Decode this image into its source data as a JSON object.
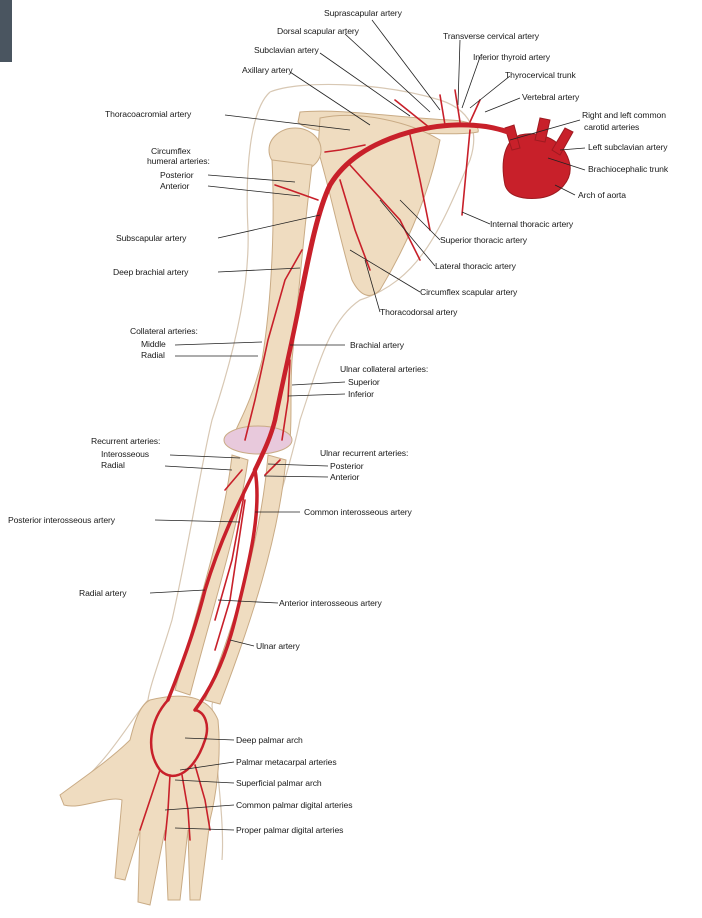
{
  "colors": {
    "artery": "#c8202a",
    "artery_dark": "#9e1a20",
    "bone": "#efdcc0",
    "bone_edge": "#c9ab85",
    "skin_outline": "#d8c8b4",
    "leader": "#222222",
    "background": "#ffffff"
  },
  "labels": {
    "suprascapular": "Suprascapular artery",
    "dorsal_scapular": "Dorsal scapular artery",
    "transverse_cervical": "Transverse cervical artery",
    "subclavian": "Subclavian artery",
    "inferior_thyroid": "Inferior thyroid artery",
    "axillary": "Axillary artery",
    "thyrocervical": "Thyrocervical trunk",
    "vertebral": "Vertebral artery",
    "common_carotid_1": "Right and left common",
    "common_carotid_2": "carotid arteries",
    "thoracoacromial": "Thoracoacromial artery",
    "left_subclavian": "Left subclavian artery",
    "brachiocephalic": "Brachiocephalic trunk",
    "circumflex_humeral_1": "Circumflex",
    "circumflex_humeral_2": "humeral arteries:",
    "posterior_1": "Posterior",
    "anterior_1": "Anterior",
    "arch_of_aorta": "Arch of aorta",
    "internal_thoracic": "Internal thoracic artery",
    "superior_thoracic": "Superior thoracic artery",
    "subscapular": "Subscapular artery",
    "lateral_thoracic": "Lateral thoracic artery",
    "deep_brachial": "Deep brachial artery",
    "circumflex_scapular": "Circumflex scapular artery",
    "thoracodorsal": "Thoracodorsal artery",
    "collateral": "Collateral arteries:",
    "middle": "Middle",
    "radial_1": "Radial",
    "brachial": "Brachial artery",
    "ulnar_collateral": "Ulnar collateral arteries:",
    "superior": "Superior",
    "inferior": "Inferior",
    "recurrent": "Recurrent arteries:",
    "interosseous": "Interosseous",
    "radial_2": "Radial",
    "ulnar_recurrent": "Ulnar recurrent arteries:",
    "posterior_2": "Posterior",
    "anterior_2": "Anterior",
    "common_interosseous": "Common interosseous artery",
    "posterior_interosseous": "Posterior interosseous artery",
    "radial_artery": "Radial artery",
    "anterior_interosseous": "Anterior interosseous artery",
    "ulnar_artery": "Ulnar artery",
    "deep_palmar_arch": "Deep palmar arch",
    "palmar_metacarpal": "Palmar metacarpal arteries",
    "superficial_palmar_arch": "Superficial palmar arch",
    "common_palmar_digital": "Common palmar digital arteries",
    "proper_palmar_digital": "Proper palmar digital arteries"
  }
}
